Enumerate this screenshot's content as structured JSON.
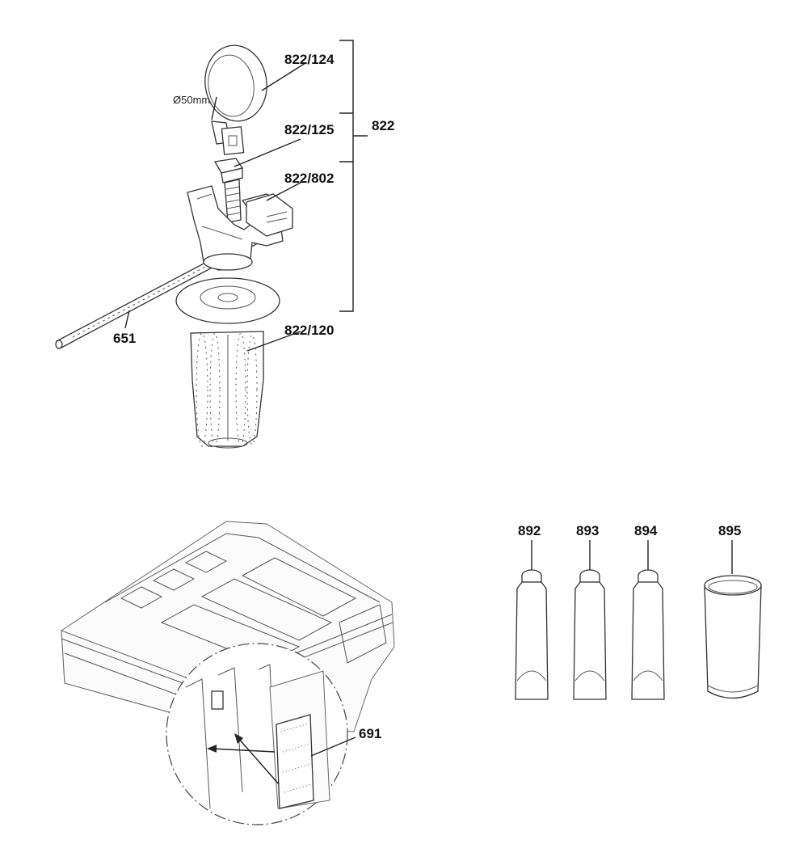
{
  "labels": {
    "p822_124": "822/124",
    "p822_125": "822/125",
    "p822": "822",
    "p822_802": "822/802",
    "p822_120": "822/120",
    "p651": "651",
    "p691": "691",
    "p892": "892",
    "p893": "893",
    "p894": "894",
    "p895": "895",
    "diameter": "Ø50mm"
  }
}
